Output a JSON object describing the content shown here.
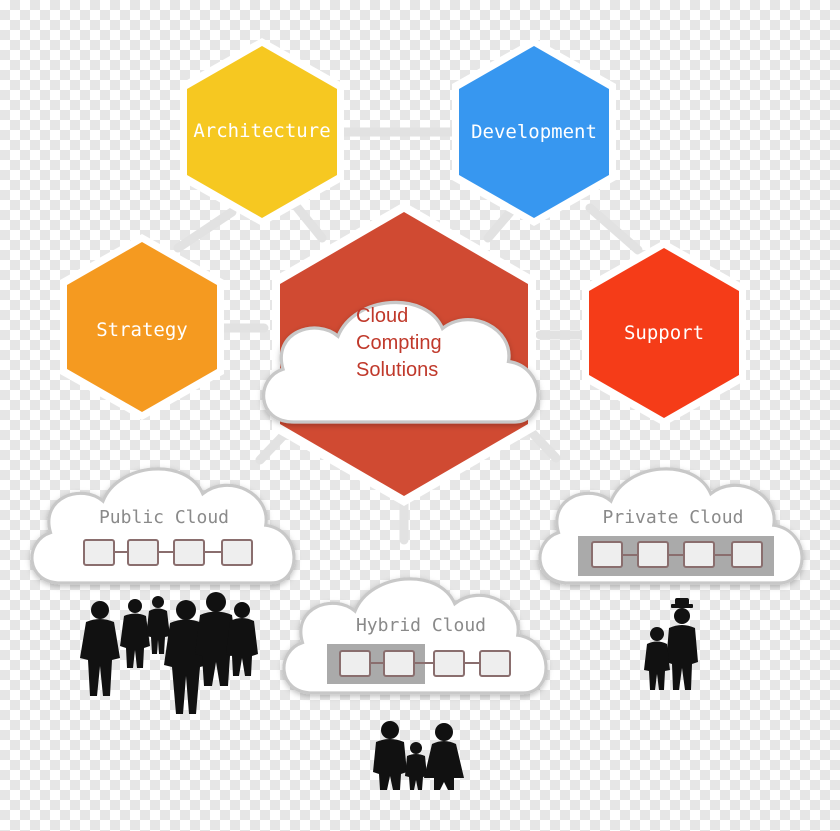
{
  "center": {
    "lines": [
      "Cloud",
      "Compting",
      "Solutions"
    ],
    "color": "#d04a32",
    "text_color": "#c0392b"
  },
  "hexes": [
    {
      "id": "architecture",
      "label": "Architecture",
      "color": "#f6c821"
    },
    {
      "id": "development",
      "label": "Development",
      "color": "#3797f0"
    },
    {
      "id": "strategy",
      "label": "Strategy",
      "color": "#f59a20"
    },
    {
      "id": "support",
      "label": "Support",
      "color": "#f53c18"
    }
  ],
  "clouds": [
    {
      "id": "public",
      "label": "Public Cloud",
      "server_units": 4,
      "users": "crowd-icon"
    },
    {
      "id": "hybrid",
      "label": "Hybrid Cloud",
      "server_units": 4,
      "users": "family-icon"
    },
    {
      "id": "private",
      "label": "Private Cloud",
      "server_units": 4,
      "users": "father-child-icon"
    }
  ],
  "colors": {
    "connector": "#e2e2e2",
    "cloud_stroke": "#c8c8c8",
    "server_stroke": "#8a6e6e",
    "silhouette": "#111111"
  }
}
